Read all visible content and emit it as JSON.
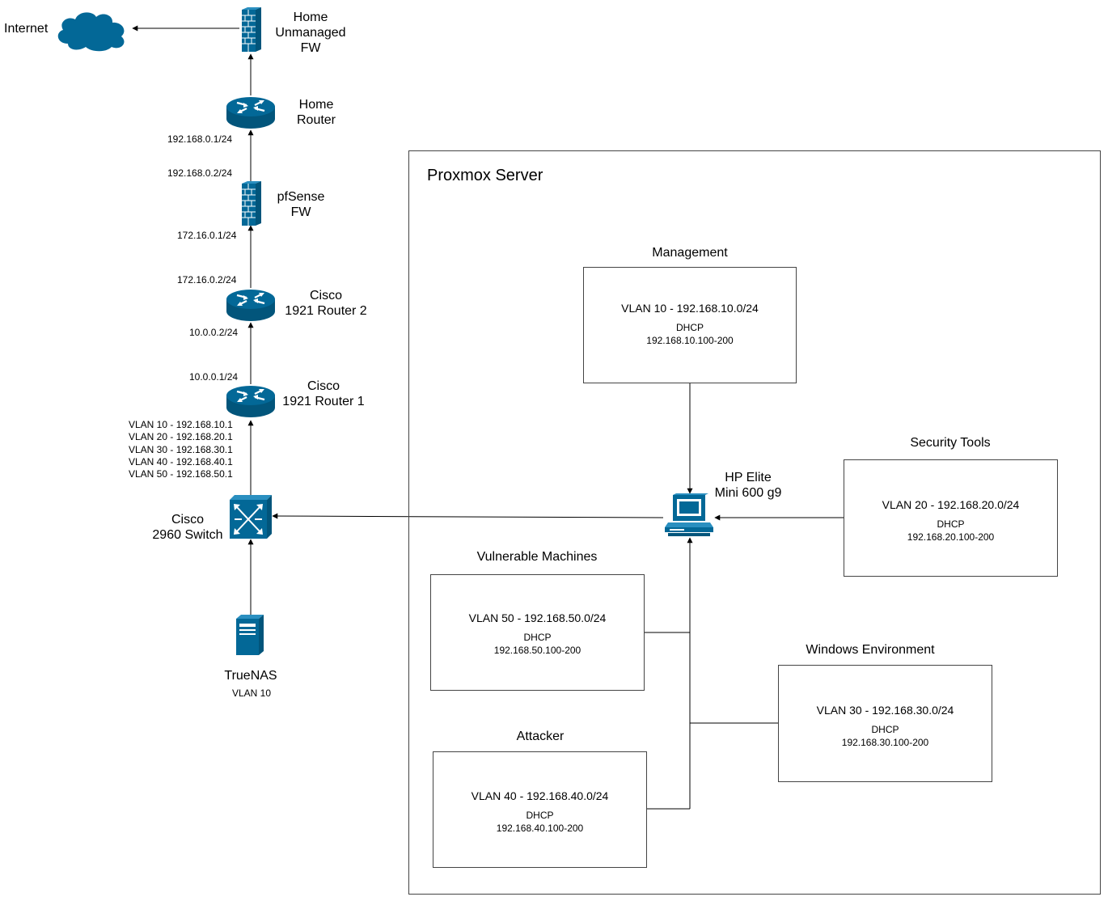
{
  "colors": {
    "icon_fill": "#036897",
    "line": "#000000",
    "border": "#444444"
  },
  "internet": {
    "label": "Internet",
    "icon": "cloud-icon"
  },
  "home_fw": {
    "label_lines": [
      "Home",
      "Unmanaged",
      "FW"
    ],
    "icon": "firewall-icon"
  },
  "home_router": {
    "label_lines": [
      "Home",
      "Router"
    ],
    "icon": "router-icon",
    "ip_below": "192.168.0.1/24"
  },
  "pfsense": {
    "label_lines": [
      "pfSense",
      "FW"
    ],
    "icon": "firewall-icon",
    "ip_above": "192.168.0.2/24",
    "ip_below": "172.16.0.1/24"
  },
  "router2": {
    "label_lines": [
      "Cisco",
      "1921 Router 2"
    ],
    "icon": "router-icon",
    "ip_above": "172.16.0.2/24",
    "ip_below": "10.0.0.2/24"
  },
  "router1": {
    "label_lines": [
      "Cisco",
      "1921 Router 1"
    ],
    "icon": "router-icon",
    "ip_above": "10.0.0.1/24",
    "vlan_gateways": [
      "VLAN 10 - 192.168.10.1",
      "VLAN 20 - 192.168.20.1",
      "VLAN 30 - 192.168.30.1",
      "VLAN 40 - 192.168.40.1",
      "VLAN 50 - 192.168.50.1"
    ]
  },
  "switch": {
    "label_lines": [
      "Cisco",
      "2960 Switch"
    ],
    "icon": "switch-icon"
  },
  "truenas": {
    "label": "TrueNAS",
    "sublabel": "VLAN 10",
    "icon": "server-icon"
  },
  "proxmox": {
    "title": "Proxmox Server",
    "host": {
      "label_lines": [
        "HP Elite",
        "Mini 600 g9"
      ],
      "icon": "pc-icon"
    },
    "groups": [
      {
        "title": "Management",
        "network": "VLAN 10 - 192.168.10.0/24",
        "dhcp_label": "DHCP",
        "dhcp_range": "192.168.10.100-200"
      },
      {
        "title": "Security Tools",
        "network": "VLAN 20 - 192.168.20.0/24",
        "dhcp_label": "DHCP",
        "dhcp_range": "192.168.20.100-200"
      },
      {
        "title": "Vulnerable Machines",
        "network": "VLAN 50 - 192.168.50.0/24",
        "dhcp_label": "DHCP",
        "dhcp_range": "192.168.50.100-200"
      },
      {
        "title": "Windows Environment",
        "network": "VLAN 30 - 192.168.30.0/24",
        "dhcp_label": "DHCP",
        "dhcp_range": "192.168.30.100-200"
      },
      {
        "title": "Attacker",
        "network": "VLAN 40 - 192.168.40.0/24",
        "dhcp_label": "DHCP",
        "dhcp_range": "192.168.40.100-200"
      }
    ]
  }
}
